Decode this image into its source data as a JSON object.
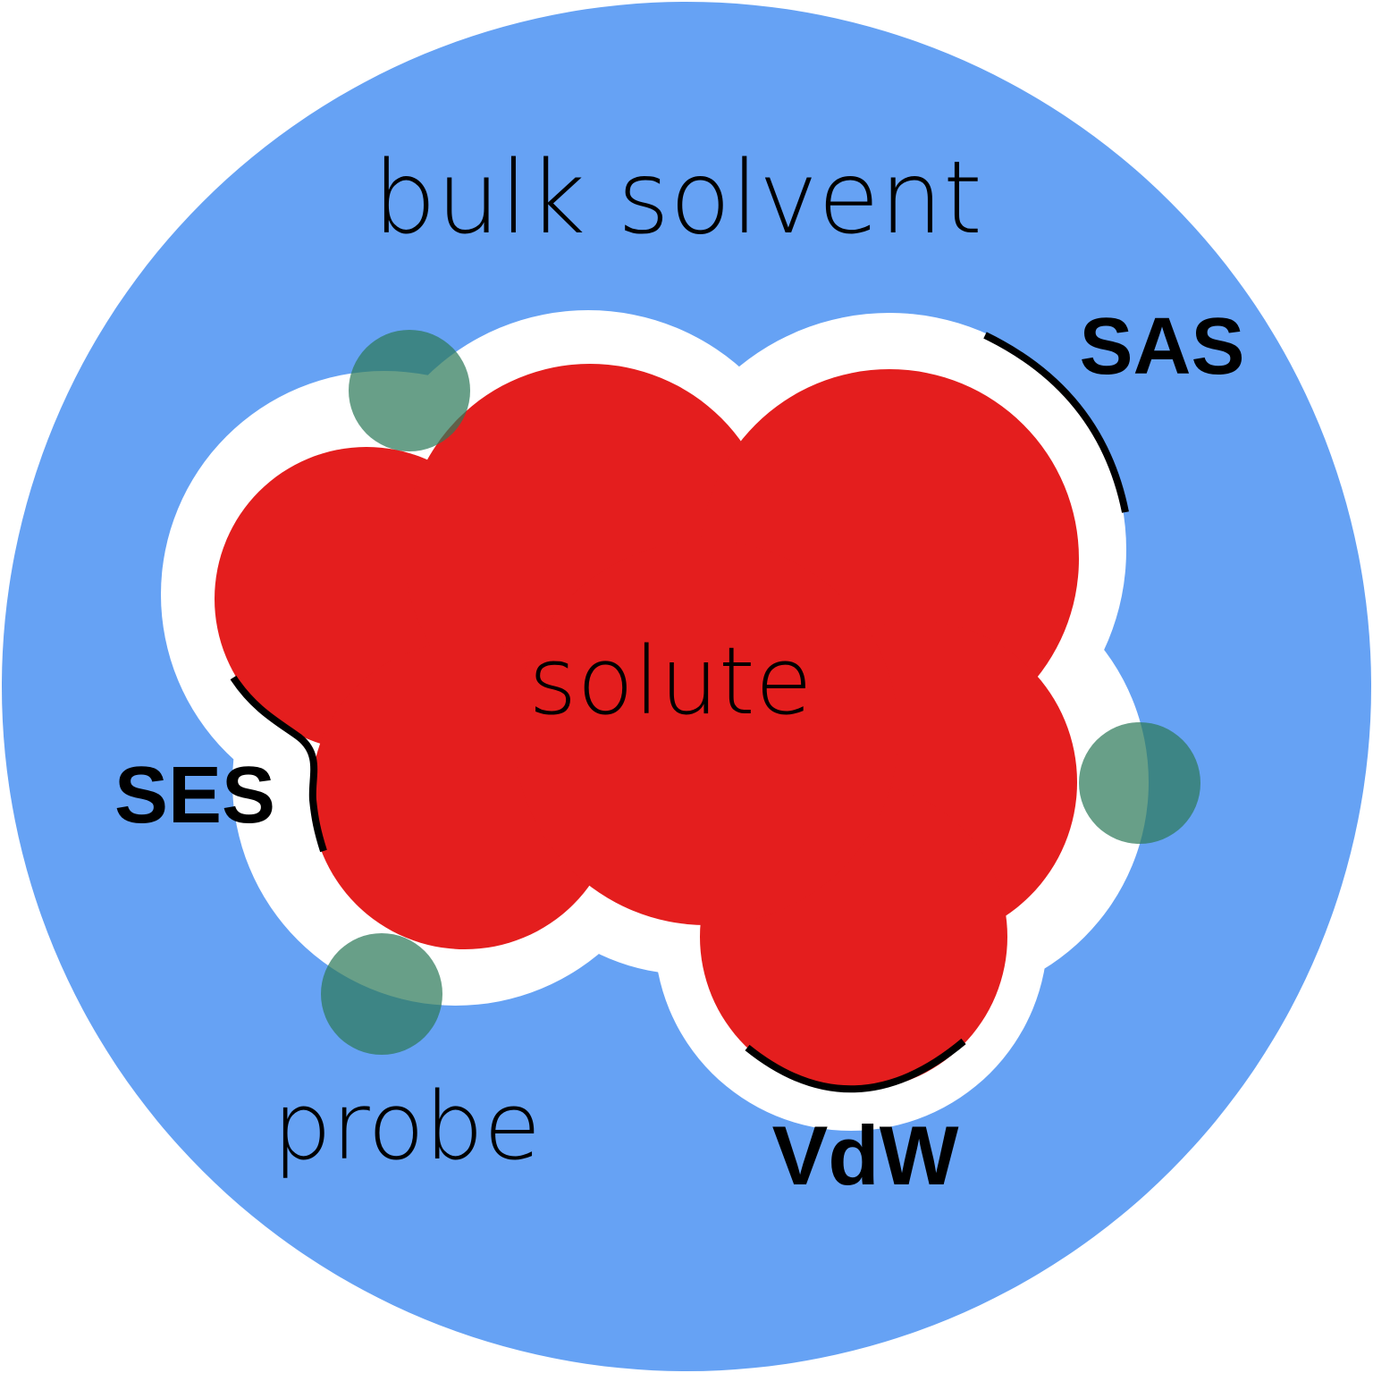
{
  "labels": {
    "bulk_solvent": "bulk solvent",
    "solute": "solute",
    "probe": "probe",
    "sas": "SAS",
    "ses": "SES",
    "vdw": "VdW"
  },
  "colors": {
    "solvent": "#66a2f4",
    "accessible_shell": "#ffffff",
    "solute": "#e41e1e",
    "probe_fill": "#2e7a5a",
    "outline": "#000000"
  }
}
